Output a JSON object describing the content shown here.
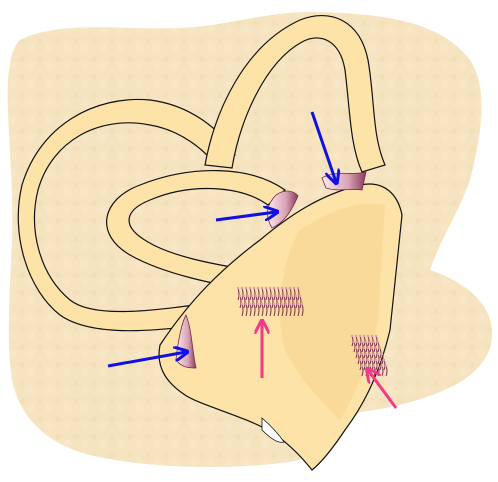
{
  "diagram": {
    "colors": {
      "background_tissue": "#f6e4c0",
      "background_mottle": "#f1dcb2",
      "labyrinth_fill": "#fde3a8",
      "labyrinth_shade": "#f6cf86",
      "outline": "#111111",
      "receptor_fill": "#d9a3b4",
      "receptor_dark": "#7c2a4a",
      "arrow_blue": "#1010e0",
      "arrow_pink": "#f03a8a"
    },
    "structures": [
      {
        "name": "anterior-semicircular-canal"
      },
      {
        "name": "posterior-semicircular-canal"
      },
      {
        "name": "lateral-semicircular-canal"
      },
      {
        "name": "vestibule"
      }
    ],
    "arrows": {
      "blue_count": 3,
      "pink_count": 2
    }
  }
}
